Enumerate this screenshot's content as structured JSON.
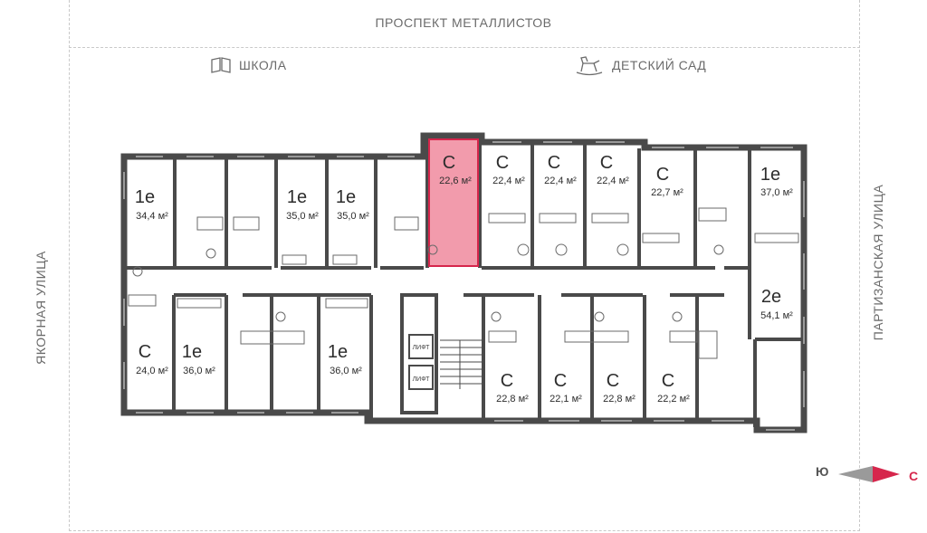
{
  "streets": {
    "top": "ПРОСПЕКТ МЕТАЛЛИСТОВ",
    "left": "ЯКОРНАЯ УЛИЦА",
    "right": "ПАРТИЗАНСКАЯ УЛИЦА"
  },
  "landmarks": {
    "school": {
      "label": "ШКОЛА",
      "icon": "book-icon"
    },
    "kindergarten": {
      "label": "ДЕТСКИЙ САД",
      "icon": "rocking-horse-icon"
    }
  },
  "lift_label": "ЛИФТ",
  "compass": {
    "west": "Ю",
    "east": "С",
    "accent": "#d6264c"
  },
  "colors": {
    "wall": "#4a4a4a",
    "selected_fill": "#f08a9d",
    "selected_stroke": "#d6264c"
  },
  "apartments": [
    {
      "id": "apt-1",
      "type": "1е",
      "area": "34,4 м²",
      "selected": false
    },
    {
      "id": "apt-2",
      "type": "1е",
      "area": "35,0 м²",
      "selected": false
    },
    {
      "id": "apt-3",
      "type": "1е",
      "area": "35,0 м²",
      "selected": false
    },
    {
      "id": "apt-4",
      "type": "С",
      "area": "22,6 м²",
      "selected": true
    },
    {
      "id": "apt-5",
      "type": "С",
      "area": "22,4 м²",
      "selected": false
    },
    {
      "id": "apt-6",
      "type": "С",
      "area": "22,4 м²",
      "selected": false
    },
    {
      "id": "apt-7",
      "type": "С",
      "area": "22,4 м²",
      "selected": false
    },
    {
      "id": "apt-8",
      "type": "С",
      "area": "22,7 м²",
      "selected": false
    },
    {
      "id": "apt-9",
      "type": "1е",
      "area": "37,0 м²",
      "selected": false
    },
    {
      "id": "apt-10",
      "type": "2е",
      "area": "54,1 м²",
      "selected": false
    },
    {
      "id": "apt-11",
      "type": "С",
      "area": "24,0 м²",
      "selected": false
    },
    {
      "id": "apt-12",
      "type": "1е",
      "area": "36,0 м²",
      "selected": false
    },
    {
      "id": "apt-13",
      "type": "1е",
      "area": "36,0 м²",
      "selected": false
    },
    {
      "id": "apt-14",
      "type": "С",
      "area": "22,8 м²",
      "selected": false
    },
    {
      "id": "apt-15",
      "type": "С",
      "area": "22,1 м²",
      "selected": false
    },
    {
      "id": "apt-16",
      "type": "С",
      "area": "22,8 м²",
      "selected": false
    },
    {
      "id": "apt-17",
      "type": "С",
      "area": "22,2 м²",
      "selected": false
    }
  ]
}
